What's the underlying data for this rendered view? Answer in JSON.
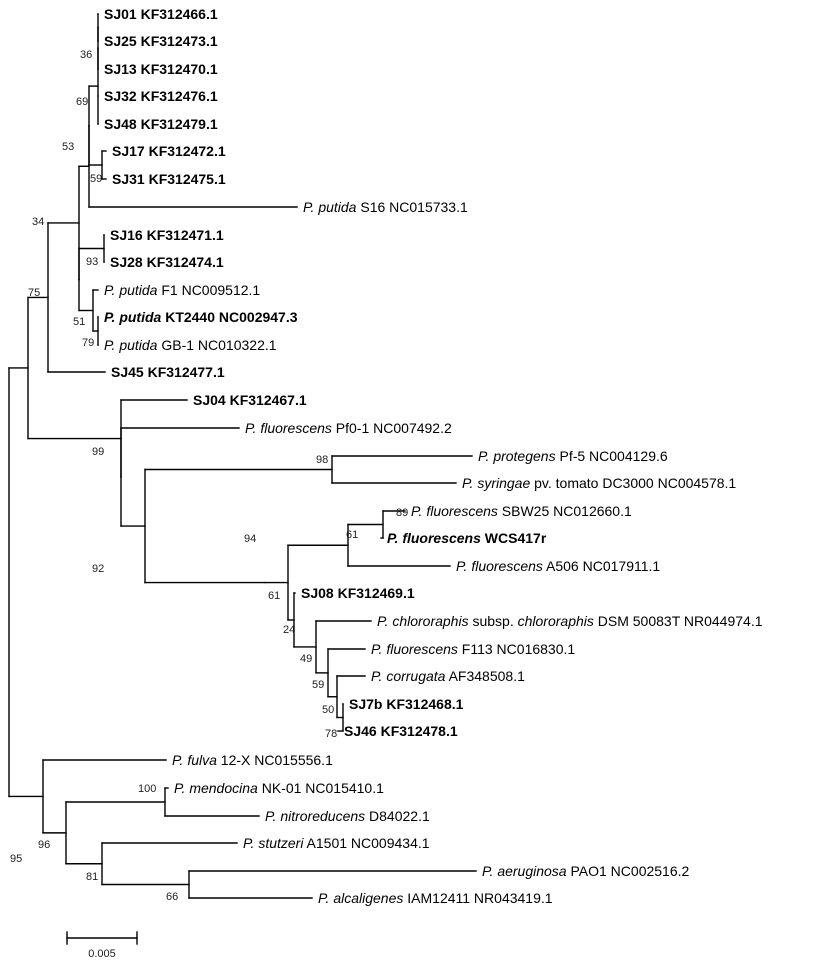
{
  "tree": {
    "leaves": [
      {
        "id": "SJ01",
        "parts": [
          {
            "t": "SJ01   KF312466.1"
          }
        ],
        "bold": true
      },
      {
        "id": "SJ25",
        "parts": [
          {
            "t": "SJ25   KF312473.1"
          }
        ],
        "bold": true
      },
      {
        "id": "SJ13",
        "parts": [
          {
            "t": "SJ13   KF312470.1"
          }
        ],
        "bold": true
      },
      {
        "id": "SJ32",
        "parts": [
          {
            "t": "SJ32   KF312476.1"
          }
        ],
        "bold": true
      },
      {
        "id": "SJ48",
        "parts": [
          {
            "t": "SJ48   KF312479.1"
          }
        ],
        "bold": true
      },
      {
        "id": "SJ17",
        "parts": [
          {
            "t": "SJ17   KF312472.1"
          }
        ],
        "bold": true
      },
      {
        "id": "SJ31",
        "parts": [
          {
            "t": "SJ31   KF312475.1"
          }
        ],
        "bold": true
      },
      {
        "id": "S16",
        "parts": [
          {
            "t": "P. putida",
            "i": true
          },
          {
            "t": " S16   NC015733.1"
          }
        ],
        "bold": false
      },
      {
        "id": "SJ16",
        "parts": [
          {
            "t": "SJ16   KF312471.1"
          }
        ],
        "bold": true
      },
      {
        "id": "SJ28",
        "parts": [
          {
            "t": "SJ28   KF312474.1"
          }
        ],
        "bold": true
      },
      {
        "id": "F1",
        "parts": [
          {
            "t": "P. putida",
            "i": true
          },
          {
            "t": " F1     NC009512.1"
          }
        ],
        "bold": false
      },
      {
        "id": "KT2440",
        "parts": [
          {
            "t": "P. putida",
            "i": true
          },
          {
            "t": " KT2440   NC002947.3"
          }
        ],
        "bold": true
      },
      {
        "id": "GB1",
        "parts": [
          {
            "t": "P. putida",
            "i": true
          },
          {
            "t": " GB-1    NC010322.1"
          }
        ],
        "bold": false
      },
      {
        "id": "SJ45",
        "parts": [
          {
            "t": "SJ45   KF312477.1"
          }
        ],
        "bold": true
      },
      {
        "id": "SJ04",
        "parts": [
          {
            "t": "SJ04   KF312467.1"
          }
        ],
        "bold": true
      },
      {
        "id": "Pf01",
        "parts": [
          {
            "t": "P. fluorescens",
            "i": true
          },
          {
            "t": " Pf0-1   NC007492.2"
          }
        ],
        "bold": false
      },
      {
        "id": "Pf5",
        "parts": [
          {
            "t": "P. protegens",
            "i": true
          },
          {
            "t": " Pf-5  NC004129.6"
          }
        ],
        "bold": false
      },
      {
        "id": "DC3000",
        "parts": [
          {
            "t": "P. syringae",
            "i": true
          },
          {
            "t": " pv. tomato DC3000   NC004578.1"
          }
        ],
        "bold": false
      },
      {
        "id": "SBW25",
        "parts": [
          {
            "t": "P. fluorescens",
            "i": true
          },
          {
            "t": " SBW25   NC012660.1"
          }
        ],
        "bold": false
      },
      {
        "id": "WCS417r",
        "parts": [
          {
            "t": "P. fluorescens",
            "i": true
          },
          {
            "t": " WCS417r"
          }
        ],
        "bold": true
      },
      {
        "id": "A506",
        "parts": [
          {
            "t": "P. fluorescens",
            "i": true
          },
          {
            "t": " A506   NC017911.1"
          }
        ],
        "bold": false
      },
      {
        "id": "SJ08",
        "parts": [
          {
            "t": "SJ08   KF312469.1"
          }
        ],
        "bold": true
      },
      {
        "id": "DSM50083T",
        "parts": [
          {
            "t": "P. chlororaphis",
            "i": true
          },
          {
            "t": " subsp. "
          },
          {
            "t": "chlororaphis",
            "i": true
          },
          {
            "t": " DSM 50083T   NR044974.1"
          }
        ],
        "bold": false
      },
      {
        "id": "F113",
        "parts": [
          {
            "t": "P. fluorescens",
            "i": true
          },
          {
            "t": " F113   NC016830.1"
          }
        ],
        "bold": false
      },
      {
        "id": "corrugata",
        "parts": [
          {
            "t": "P. corrugata",
            "i": true
          },
          {
            "t": "    AF348508.1"
          }
        ],
        "bold": false
      },
      {
        "id": "SJ7b",
        "parts": [
          {
            "t": "SJ7b   KF312468.1"
          }
        ],
        "bold": true
      },
      {
        "id": "SJ46",
        "parts": [
          {
            "t": "SJ46   KF312478.1"
          }
        ],
        "bold": true
      },
      {
        "id": "fulva",
        "parts": [
          {
            "t": "P. fulva",
            "i": true
          },
          {
            "t": " 12-X   NC015556.1"
          }
        ],
        "bold": false
      },
      {
        "id": "mendocina",
        "parts": [
          {
            "t": "P. mendocina",
            "i": true
          },
          {
            "t": " NK-01   NC015410.1"
          }
        ],
        "bold": false
      },
      {
        "id": "nitroreducens",
        "parts": [
          {
            "t": "P. nitroreducens",
            "i": true
          },
          {
            "t": "    D84022.1"
          }
        ],
        "bold": false
      },
      {
        "id": "stutzeri",
        "parts": [
          {
            "t": "P. stutzeri",
            "i": true
          },
          {
            "t": " A1501   NC009434.1"
          }
        ],
        "bold": false
      },
      {
        "id": "aeruginosa",
        "parts": [
          {
            "t": "P. aeruginosa",
            "i": true
          },
          {
            "t": " PAO1   NC002516.2"
          }
        ],
        "bold": false
      },
      {
        "id": "alcaligenes",
        "parts": [
          {
            "t": "P. alcaligenes",
            "i": true
          },
          {
            "t": " IAM12411   NR043419.1"
          }
        ],
        "bold": false
      }
    ],
    "bootstrap": [
      "36",
      "69",
      "53",
      "59",
      "34",
      "93",
      "51",
      "79",
      "75",
      "98",
      "89",
      "61",
      "94",
      "92",
      "99",
      "61",
      "24",
      "49",
      "59",
      "50",
      "78",
      "100",
      "96",
      "81",
      "66",
      "95"
    ],
    "scale_bar_label": "0.005"
  }
}
